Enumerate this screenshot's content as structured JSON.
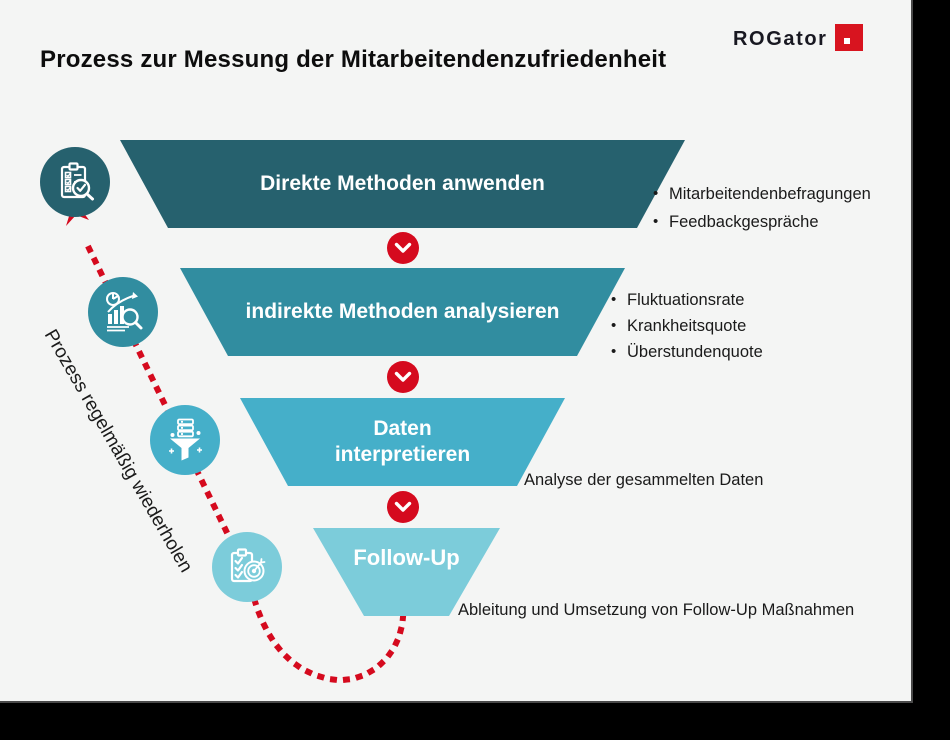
{
  "header": {
    "title": "Prozess zur Messung der Mitarbeitendenzufriedenheit",
    "logo_text": "ROGator"
  },
  "colors": {
    "background": "#f4f5f4",
    "frame": "#000000",
    "accent_red": "#d50a1e",
    "level1_teal": "#26616e",
    "level2_teal": "#318da0",
    "level3_blue": "#45afc9",
    "level4_blue": "#7cccda",
    "text": "#1a1a1a"
  },
  "funnel": {
    "levels": [
      {
        "label_lines": [
          "Direkte Methoden anwenden"
        ],
        "color": "#26616e",
        "icon": "clipboard-checklist-magnifier-icon",
        "notes": [
          "Mitarbeitendenbefragungen",
          "Feedbackgespräche"
        ],
        "notes_style": "bulleted"
      },
      {
        "label_lines": [
          "indirekte Methoden analysieren"
        ],
        "color": "#318da0",
        "icon": "chart-analysis-magnifier-icon",
        "notes": [
          "Fluktuationsrate",
          "Krankheitsquote",
          "Überstundenquote"
        ],
        "notes_style": "bulleted"
      },
      {
        "label_lines": [
          "Daten",
          "interpretieren"
        ],
        "color": "#45afc9",
        "icon": "data-funnel-icon",
        "notes": [
          "Analyse der gesammelten Daten"
        ],
        "notes_style": "plain"
      },
      {
        "label_lines": [
          "Follow-Up"
        ],
        "color": "#7cccda",
        "icon": "clipboard-target-icon",
        "notes": [
          "Ableitung und Umsetzung von Follow-Up Maßnahmen"
        ],
        "notes_style": "plain"
      }
    ]
  },
  "loop": {
    "label": "Prozess regelmäßig wiederholen"
  }
}
